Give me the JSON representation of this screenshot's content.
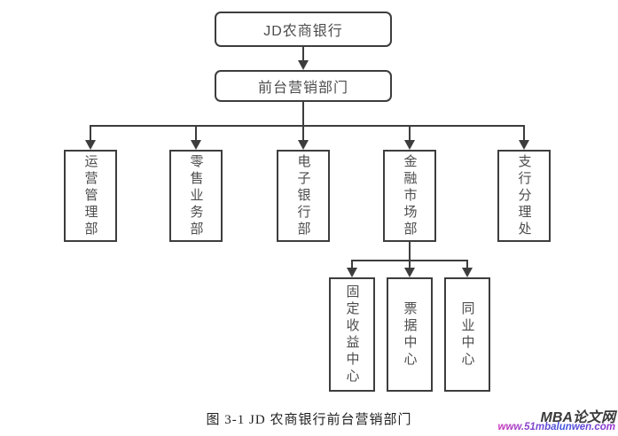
{
  "figure": {
    "caption": "图 3-1 JD 农商银行前台营销部门"
  },
  "diagram": {
    "type": "org-chart",
    "line_color": "#3d3d3d",
    "box_border_color": "#3d3d3d",
    "box_text_color": "#4d4d4d",
    "root": {
      "label": "JD农商银行"
    },
    "level2": {
      "label": "前台营销部门"
    },
    "departments": [
      {
        "label": "运营管理部"
      },
      {
        "label": "零售业务部"
      },
      {
        "label": "电子银行部"
      },
      {
        "label": "金融市场部"
      },
      {
        "label": "支行分理处"
      }
    ],
    "centers": [
      {
        "label": "固定收益中心"
      },
      {
        "label": "票据中心"
      },
      {
        "label": "同业中心"
      }
    ]
  },
  "watermark": {
    "site_name": "MBA论文网",
    "site_url": "www.51mbalunwen.com",
    "name_color": "#3a3a3a",
    "url_gradient": [
      "#cc33bb",
      "#3f55dd",
      "#9933cc"
    ]
  }
}
